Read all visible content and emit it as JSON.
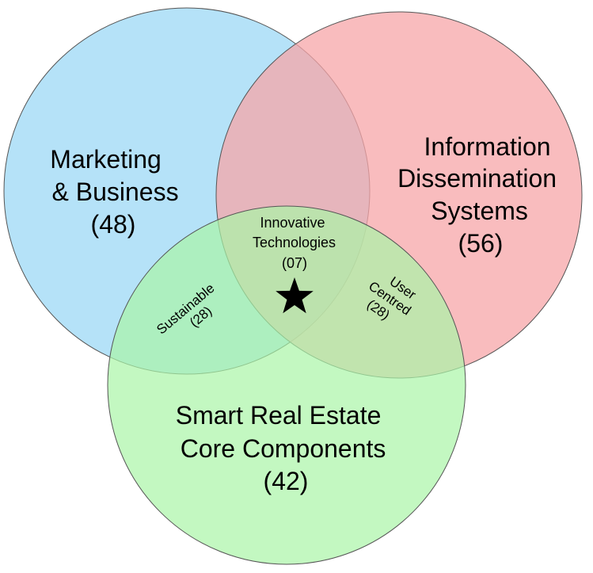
{
  "sets": [
    {
      "id": "marketing",
      "lines": [
        "Marketing",
        "& Business",
        "(48)"
      ],
      "color": "#a8ddf7"
    },
    {
      "id": "information",
      "lines": [
        "Information",
        "Dissemination",
        "Systems",
        "(56)"
      ],
      "color": "#f7a6a8"
    },
    {
      "id": "smart",
      "lines": [
        "Smart Real Estate",
        "Core Components",
        "(42)"
      ],
      "color": "#a9f5a6"
    }
  ],
  "intersections": {
    "center": {
      "lines": [
        "Innovative",
        "Technologies",
        "(07)"
      ],
      "icon": "star-icon"
    },
    "sustainable": {
      "lines": [
        "Sustainable",
        "(28)"
      ]
    },
    "user_centred": {
      "lines": [
        "User",
        "Centred",
        "(28)"
      ]
    }
  },
  "colors": {
    "stroke": "#555555",
    "star": "#000000"
  }
}
